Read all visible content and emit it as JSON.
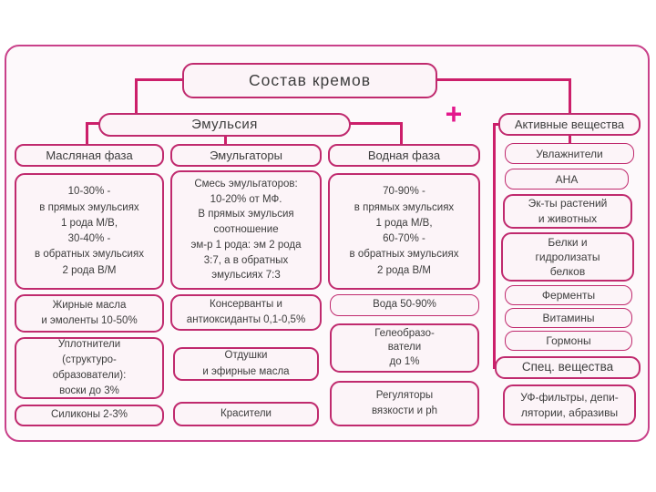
{
  "colors": {
    "box_border": "#c02a6e",
    "connector": "#cc1f6a",
    "plus": "#e3188c",
    "text": "#3d3d3d",
    "box_fill": "#fcf4f8",
    "frame_fill": "#fdf9fb",
    "frame_border": "#c9418a"
  },
  "title": "Состав кремов",
  "plus": "+",
  "emulsion": {
    "label": "Эмульсия",
    "oil": {
      "header": "Масляная фаза",
      "main": "10-30% -\nв прямых эмульсиях\n1 рода М/В,\n30-40% -\nв обратных эмульсиях\n2 рода В/М",
      "fats": "Жирные масла\nи эмоленты 10-50%",
      "thickeners": "Уплотнители\n(структуро-\nобразователи):\nвоски до 3%",
      "silicones": "Силиконы 2-3%"
    },
    "emulsifiers": {
      "header": "Эмульгаторы",
      "main": "Смесь эмульгаторов:\n10-20% от МФ.\nВ прямых эмульсия\nсоотношение\nэм-р 1 рода: эм 2 рода\n3:7, а в обратных\nэмульсиях 7:3",
      "preservatives": "Консерванты и\nантиоксиданты 0,1-0,5%",
      "fragrances": "Отдушки\nи эфирные масла",
      "dyes": "Красители"
    },
    "water": {
      "header": "Водная фаза",
      "main": "70-90% -\nв прямых эмульсиях\n1 рода М/В,\n60-70% -\nв обратных эмульсиях\n2 рода В/М",
      "water_content": "Вода 50-90%",
      "gelling": "Гелеобразо-\nватели\nдо 1%",
      "regulators": "Регуляторы\nвязкости и ph"
    }
  },
  "active": {
    "label": "Активные вещества",
    "moisturizers": "Увлажнители",
    "aha": "АНА",
    "extracts": "Эк-ты растений\nи животных",
    "proteins": "Белки и\nгидролизаты\nбелков",
    "enzymes": "Ферменты",
    "vitamins": "Витамины",
    "hormones": "Гормоны",
    "special_label": "Спец. вещества",
    "special_items": "УФ-фильтры, депи-\nлятории, абразивы"
  }
}
